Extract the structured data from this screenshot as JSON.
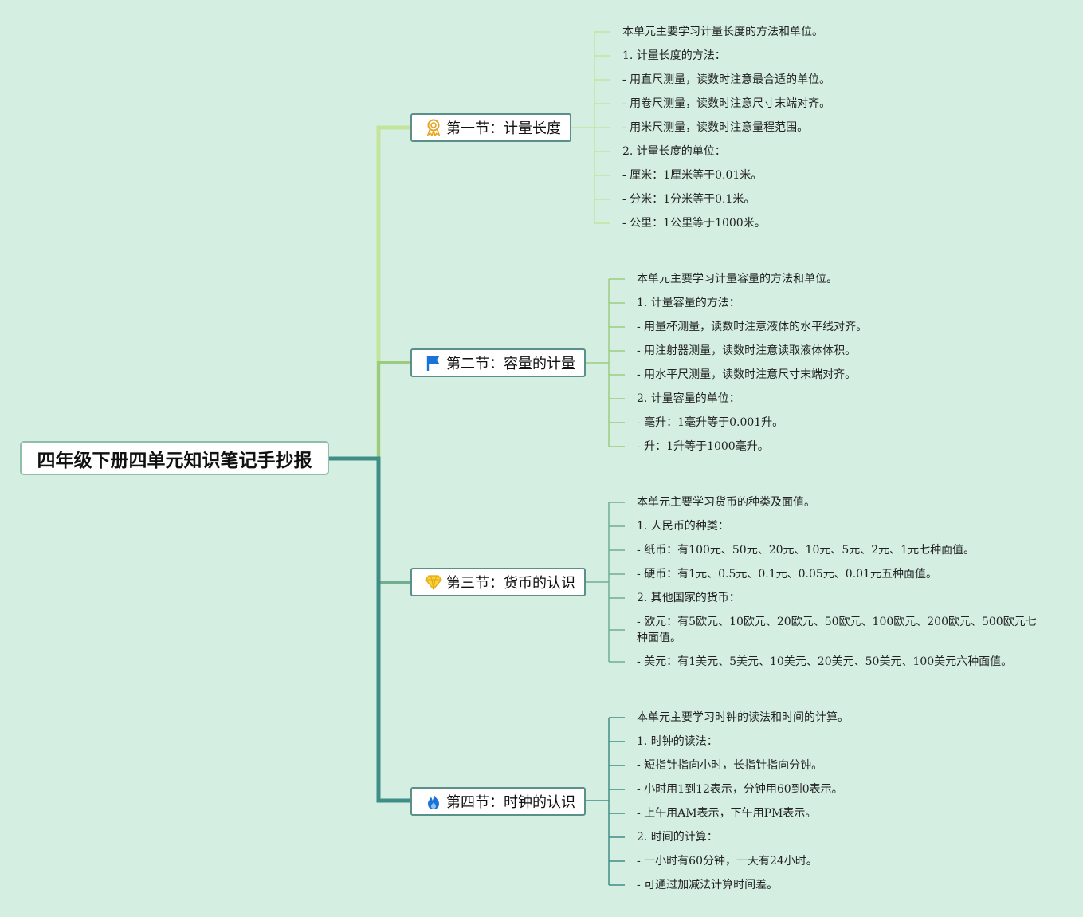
{
  "title": "四年级下册四单元知识笔记手抄报",
  "colors": {
    "background": "#d4efe2",
    "branch1": "#c4e49c",
    "branch2": "#9ccb80",
    "branch3": "#6fae8e",
    "branch4": "#3e8d86"
  },
  "sections": [
    {
      "label": "第一节：计量长度",
      "icon": "award-ribbon-icon",
      "items": [
        "本单元主要学习计量长度的方法和单位。",
        "1. 计量长度的方法：",
        "- 用直尺测量，读数时注意最合适的单位。",
        "- 用卷尺测量，读数时注意尺寸末端对齐。",
        "- 用米尺测量，读数时注意量程范围。",
        "2. 计量长度的单位：",
        "- 厘米：1厘米等于0.01米。",
        "- 分米：1分米等于0.1米。",
        "- 公里：1公里等于1000米。"
      ]
    },
    {
      "label": "第二节：容量的计量",
      "icon": "flag-icon",
      "items": [
        "本单元主要学习计量容量的方法和单位。",
        "1. 计量容量的方法：",
        "- 用量杯测量，读数时注意液体的水平线对齐。",
        "- 用注射器测量，读数时注意读取液体体积。",
        "- 用水平尺测量，读数时注意尺寸末端对齐。",
        "2. 计量容量的单位：",
        "- 毫升：1毫升等于0.001升。",
        "- 升：1升等于1000毫升。"
      ]
    },
    {
      "label": "第三节：货币的认识",
      "icon": "diamond-icon",
      "items": [
        "本单元主要学习货币的种类及面值。",
        "1. 人民币的种类：",
        "- 纸币：有100元、50元、20元、10元、5元、2元、1元七种面值。",
        "- 硬币：有1元、0.5元、0.1元、0.05元、0.01元五种面值。",
        "2. 其他国家的货币：",
        "- 欧元：有5欧元、10欧元、20欧元、50欧元、100欧元、200欧元、500欧元七种面值。",
        "- 美元：有1美元、5美元、10美元、20美元、50美元、100美元六种面值。"
      ]
    },
    {
      "label": "第四节：时钟的认识",
      "icon": "fire-icon",
      "items": [
        "本单元主要学习时钟的读法和时间的计算。",
        "1. 时钟的读法：",
        "- 短指针指向小时，长指针指向分钟。",
        "- 小时用1到12表示，分钟用60到0表示。",
        "- 上午用AM表示，下午用PM表示。",
        "2. 时间的计算：",
        "- 一小时有60分钟，一天有24小时。",
        "- 可通过加减法计算时间差。"
      ]
    }
  ]
}
